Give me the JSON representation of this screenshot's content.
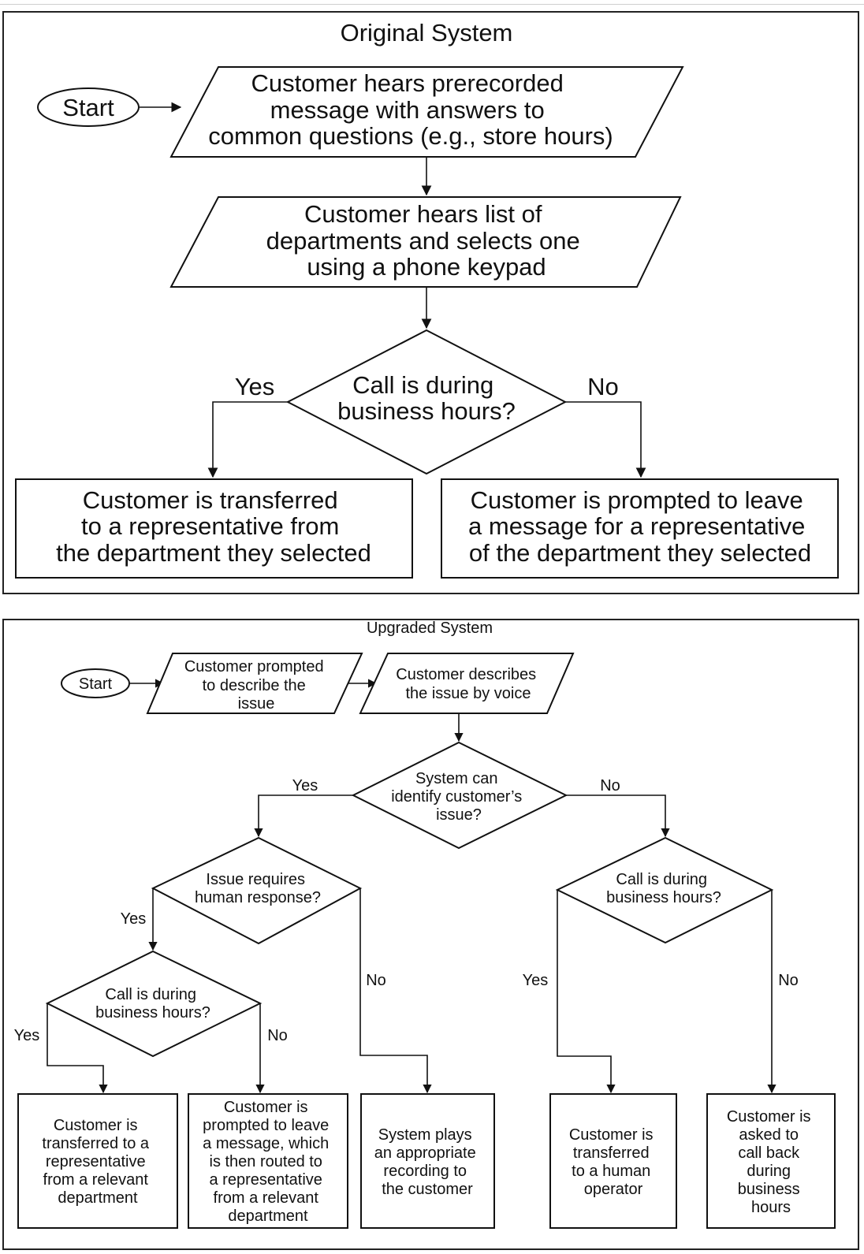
{
  "original": {
    "title": "Original System",
    "start": "Start",
    "step1": [
      "Customer hears prerecorded",
      "message with answers to",
      "common questions (e.g., store hours)"
    ],
    "step2": [
      "Customer hears list of",
      "departments and selects one",
      "using a phone keypad"
    ],
    "decision": [
      "Call is during",
      "business hours?"
    ],
    "yes": "Yes",
    "no": "No",
    "outcome_yes": [
      "Customer is transferred",
      "to a representative from",
      "the department they selected"
    ],
    "outcome_no": [
      "Customer is prompted to leave",
      "a message for a representative",
      "of the department they selected"
    ]
  },
  "upgraded": {
    "title": "Upgraded System",
    "start": "Start",
    "prompt": [
      "Customer prompted",
      "to describe the",
      "issue"
    ],
    "describe": [
      "Customer describes",
      "the issue by voice"
    ],
    "identify": [
      "System can",
      "identify customer’s",
      "issue?"
    ],
    "human": [
      "Issue requires",
      "human response?"
    ],
    "hours_left": [
      "Call is during",
      "business hours?"
    ],
    "hours_right": [
      "Call is during",
      "business hours?"
    ],
    "yes": "Yes",
    "no": "No",
    "box1": [
      "Customer is",
      "transferred to a",
      "representative",
      "from a relevant",
      "department"
    ],
    "box2": [
      "Customer is",
      "prompted to leave",
      "a message, which",
      "is then routed to",
      "a representative",
      "from a relevant",
      "department"
    ],
    "box3": [
      "System plays",
      "an appropriate",
      "recording to",
      "the customer"
    ],
    "box4": [
      "Customer is",
      "transferred",
      "to a human",
      "operator"
    ],
    "box5": [
      "Customer is",
      "asked to",
      "call back",
      "during",
      "business",
      "hours"
    ]
  }
}
